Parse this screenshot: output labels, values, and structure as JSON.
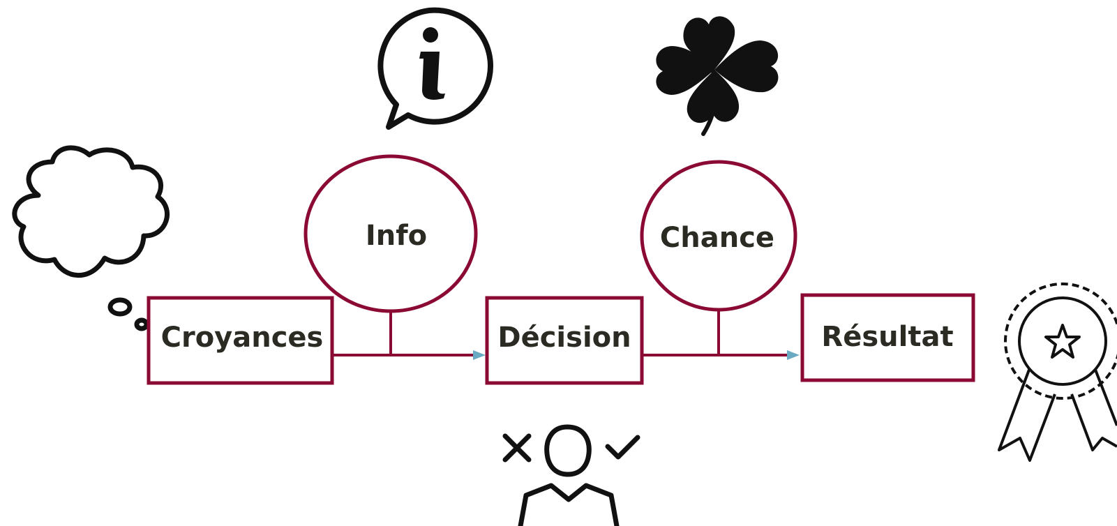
{
  "colors": {
    "node_stroke": "#8b0a34",
    "arrow_head": "#6aa9c2",
    "text": "#2b2b24",
    "icon": "#111111"
  },
  "nodes": {
    "beliefs": {
      "label": "Croyances",
      "shape": "rectangle"
    },
    "info": {
      "label": "Info",
      "shape": "circle"
    },
    "decision": {
      "label": "Décision",
      "shape": "rectangle"
    },
    "chance": {
      "label": "Chance",
      "shape": "circle"
    },
    "result": {
      "label": "Résultat",
      "shape": "rectangle"
    }
  },
  "edges": [
    {
      "from": "beliefs",
      "to": "decision",
      "via": "info"
    },
    {
      "from": "decision",
      "to": "result",
      "via": "chance"
    }
  ],
  "icons": {
    "thought_bubble": "thought-bubble-icon",
    "info": "info-speech-bubble-icon",
    "clover": "four-leaf-clover-icon",
    "person_choice": "person-decision-icon",
    "award": "award-ribbon-icon"
  }
}
